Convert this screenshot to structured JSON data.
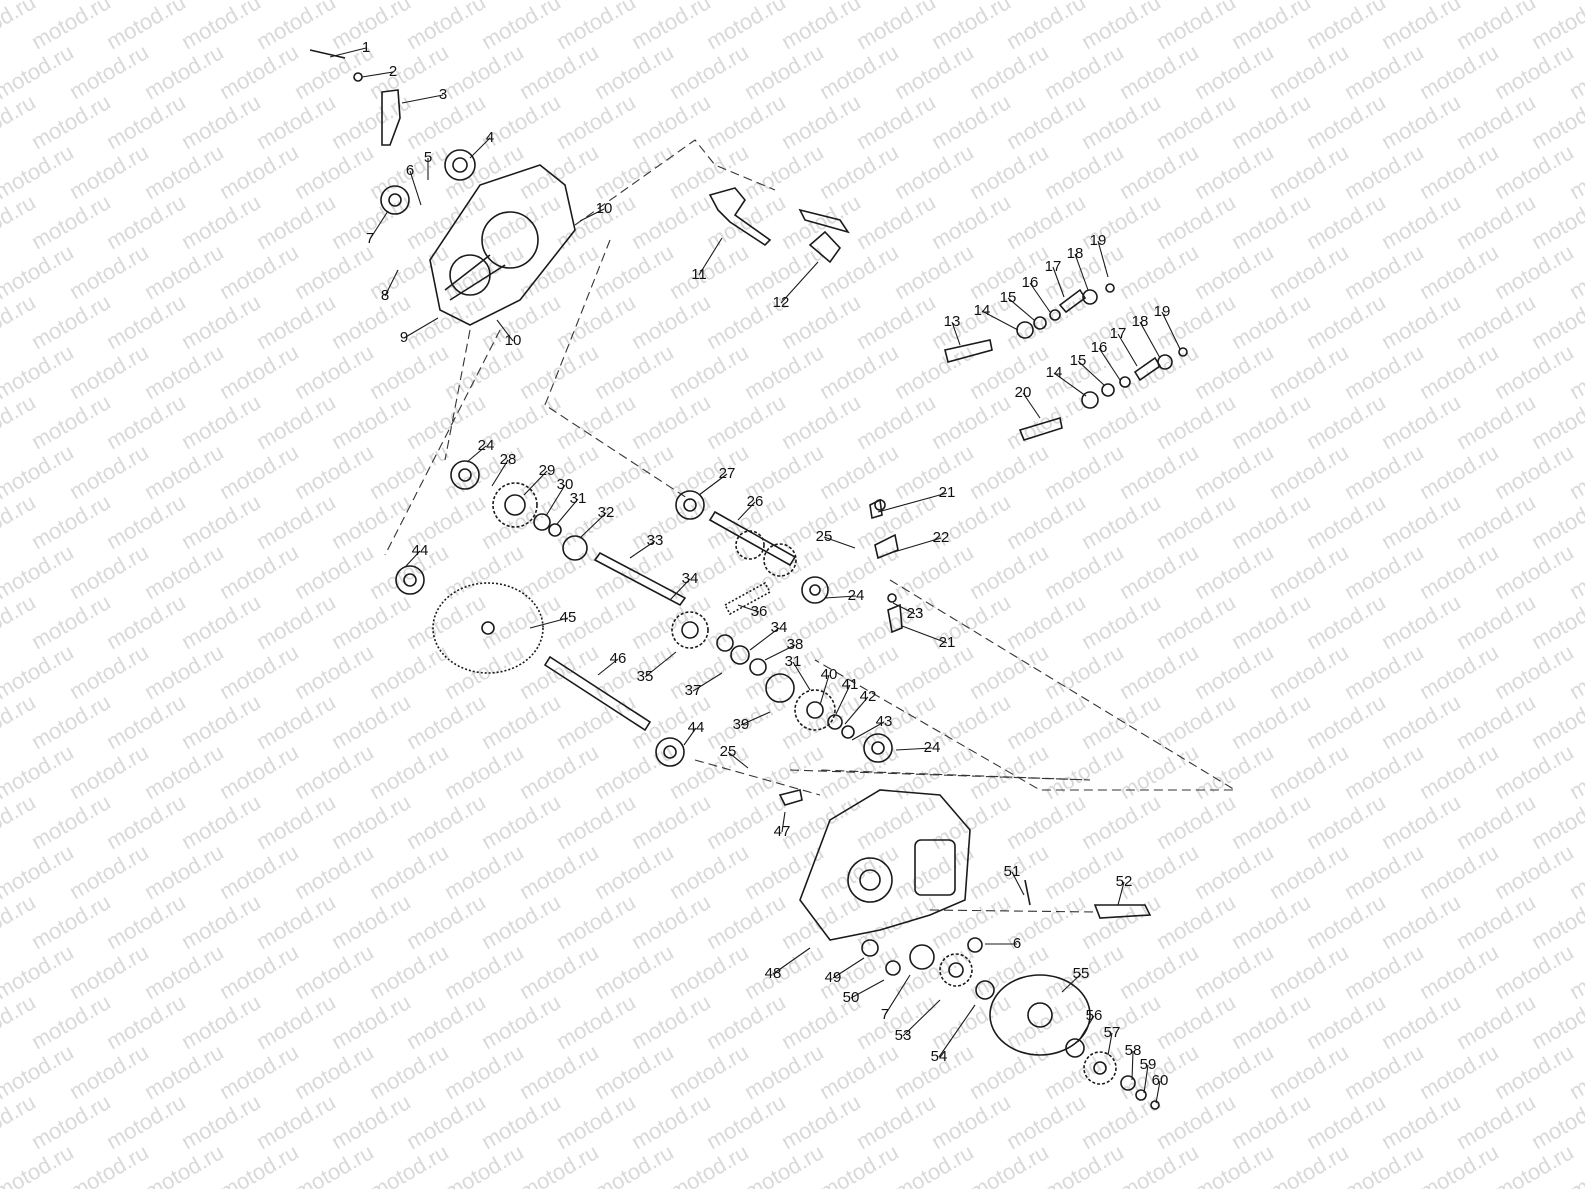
{
  "watermark": "motod.ru",
  "callouts": [
    "1",
    "2",
    "3",
    "4",
    "5",
    "6",
    "7",
    "8",
    "9",
    "10",
    "10",
    "11",
    "12",
    "13",
    "14",
    "15",
    "16",
    "17",
    "18",
    "19",
    "14",
    "15",
    "16",
    "17",
    "18",
    "19",
    "20",
    "21",
    "22",
    "25",
    "23",
    "21",
    "24",
    "28",
    "29",
    "30",
    "31",
    "32",
    "27",
    "26",
    "24",
    "33",
    "34",
    "36",
    "44",
    "45",
    "34",
    "38",
    "35",
    "37",
    "46",
    "31",
    "40",
    "41",
    "42",
    "43",
    "39",
    "24",
    "44",
    "25",
    "47",
    "51",
    "52",
    "6",
    "48",
    "49",
    "50",
    "7",
    "53",
    "54",
    "55",
    "56",
    "57",
    "58",
    "59",
    "60"
  ]
}
